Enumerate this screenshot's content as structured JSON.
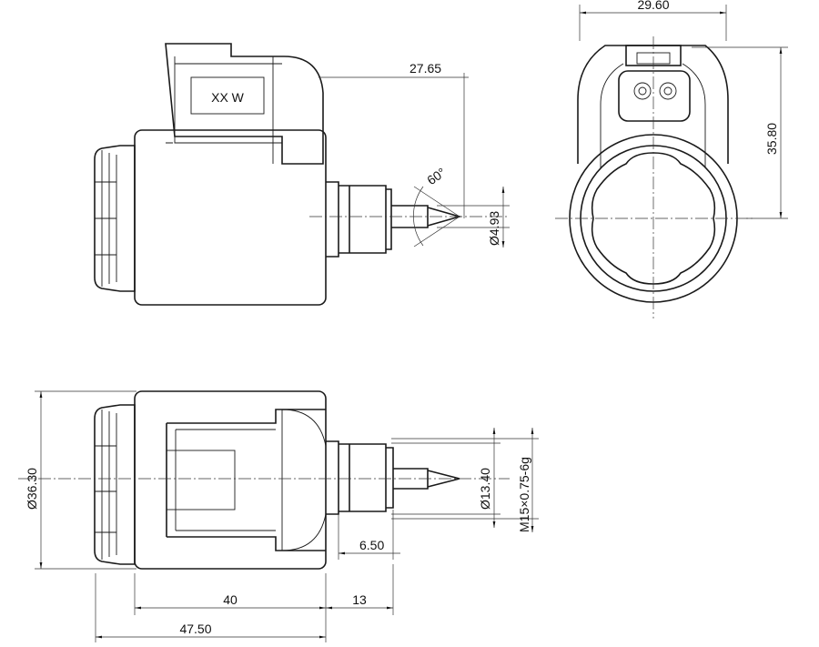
{
  "drawing": {
    "part_label": "XX W",
    "dimensions": {
      "width_front": "29.60",
      "connector_reach": "27.65",
      "tip_angle": "60°",
      "tip_diameter": "Ø4.93",
      "height_front": "35.80",
      "body_diameter": "Ø36.30",
      "stem_diameter": "Ø13.40",
      "thread": "M15×0.75-6g",
      "thread_length": "6.50",
      "body_length": "40",
      "stem_length": "13",
      "overall_length": "47.50"
    }
  }
}
